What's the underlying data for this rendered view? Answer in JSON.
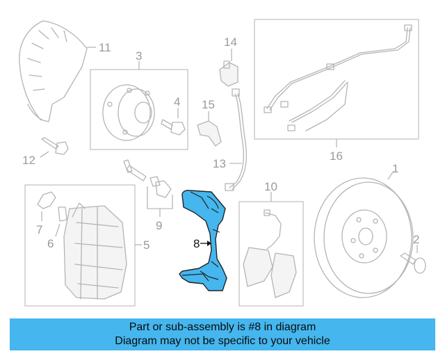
{
  "labels": {
    "p1": "1",
    "p2": "2",
    "p3": "3",
    "p4": "4",
    "p5": "5",
    "p6": "6",
    "p7": "7",
    "p8": "8",
    "p9": "9",
    "p10": "10",
    "p11": "11",
    "p12": "12",
    "p13": "13",
    "p14": "14",
    "p15": "15",
    "p16": "16"
  },
  "highlighted_part": "8",
  "colors": {
    "highlight": "#45b6ee",
    "line": "#b4b4b4",
    "label": "#9a9a9a"
  },
  "banner": {
    "line1": "Part or sub-assembly is #8 in diagram",
    "line2": "Diagram may not be specific to your vehicle"
  }
}
